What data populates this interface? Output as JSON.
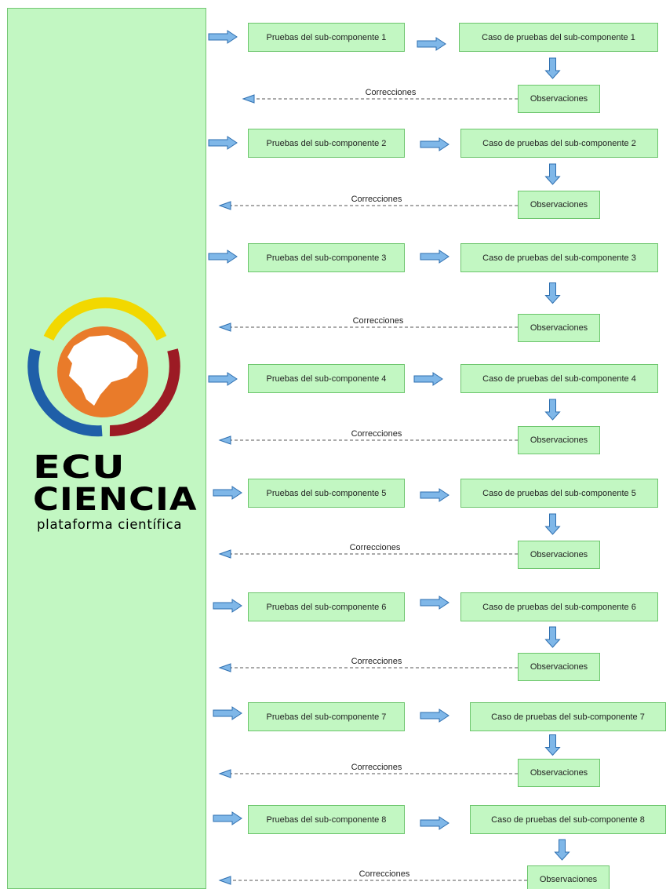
{
  "logo": {
    "line1": "ECU",
    "line2": "CIENCIA",
    "tagline": "plataforma científica",
    "colors": {
      "yellow": "#f2d800",
      "blue": "#1f5fa8",
      "red": "#9c1b24",
      "orange": "#e97b2a",
      "map": "#ffffff"
    }
  },
  "colors": {
    "box_fill": "#c2f7c2",
    "box_border": "#6cc56c",
    "arrow_fill": "#7fb7e8",
    "arrow_stroke": "#2e6fb0",
    "dashed_line": "#555555"
  },
  "steps": [
    {
      "test_label": "Pruebas del sub-componente 1",
      "case_label": "Caso de pruebas del sub-componente 1",
      "obs_label": "Observaciones",
      "corr_label": "Correcciones"
    },
    {
      "test_label": "Pruebas del sub-componente 2",
      "case_label": "Caso de pruebas del sub-componente 2",
      "obs_label": "Observaciones",
      "corr_label": "Correcciones"
    },
    {
      "test_label": "Pruebas del sub-componente 3",
      "case_label": "Caso de pruebas del sub-componente 3",
      "obs_label": "Observaciones",
      "corr_label": "Correcciones"
    },
    {
      "test_label": "Pruebas del sub-componente 4",
      "case_label": "Caso de pruebas del sub-componente 4",
      "obs_label": "Observaciones",
      "corr_label": "Correcciones"
    },
    {
      "test_label": "Pruebas del sub-componente 5",
      "case_label": "Caso de pruebas del sub-componente 5",
      "obs_label": "Observaciones",
      "corr_label": "Correcciones"
    },
    {
      "test_label": "Pruebas del sub-componente 6",
      "case_label": "Caso de pruebas del sub-componente 6",
      "obs_label": "Observaciones",
      "corr_label": "Correcciones"
    },
    {
      "test_label": "Pruebas del sub-componente 7",
      "case_label": "Caso de pruebas del sub-componente 7",
      "obs_label": "Observaciones",
      "corr_label": "Correcciones"
    },
    {
      "test_label": "Pruebas del sub-componente 8",
      "case_label": "Caso de pruebas del sub-componente 8",
      "obs_label": "Observaciones",
      "corr_label": "Correcciones"
    }
  ]
}
